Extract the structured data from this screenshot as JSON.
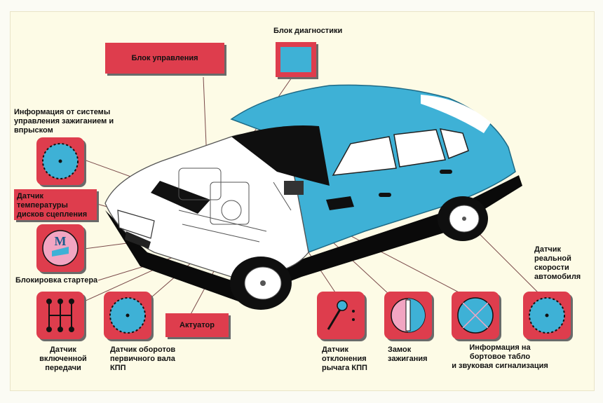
{
  "labels": {
    "diag_block": "Блок диагностики",
    "control_block": "Блок управления",
    "ignition_info": "Информация от системы\nуправления зажиганием и\nвпрыском",
    "clutch_temp": "Датчик\nтемпературы\nдисков сцепления",
    "starter_lock": "Блокировка стартера",
    "actuator": "Актуатор",
    "gear_sensor": "Датчик\nвключенной\nпередачи",
    "input_shaft": "Датчик оборотов\nпервичного вала\nКПП",
    "lever_sensor": "Датчик\nотклонения\nрычага КПП",
    "ignition_lock": "Замок\nзажигания",
    "dash_info": "Информация на\nбортовое табло\nи звуковая сигнализация",
    "speed_sensor": "Датчик\nреальной\nскорости\nавтомобиля"
  },
  "icons": {
    "thermo_letter": "M"
  },
  "colors": {
    "red": "#de3d4d",
    "cyan": "#3eb1d6",
    "pink": "#f2a5c2"
  }
}
